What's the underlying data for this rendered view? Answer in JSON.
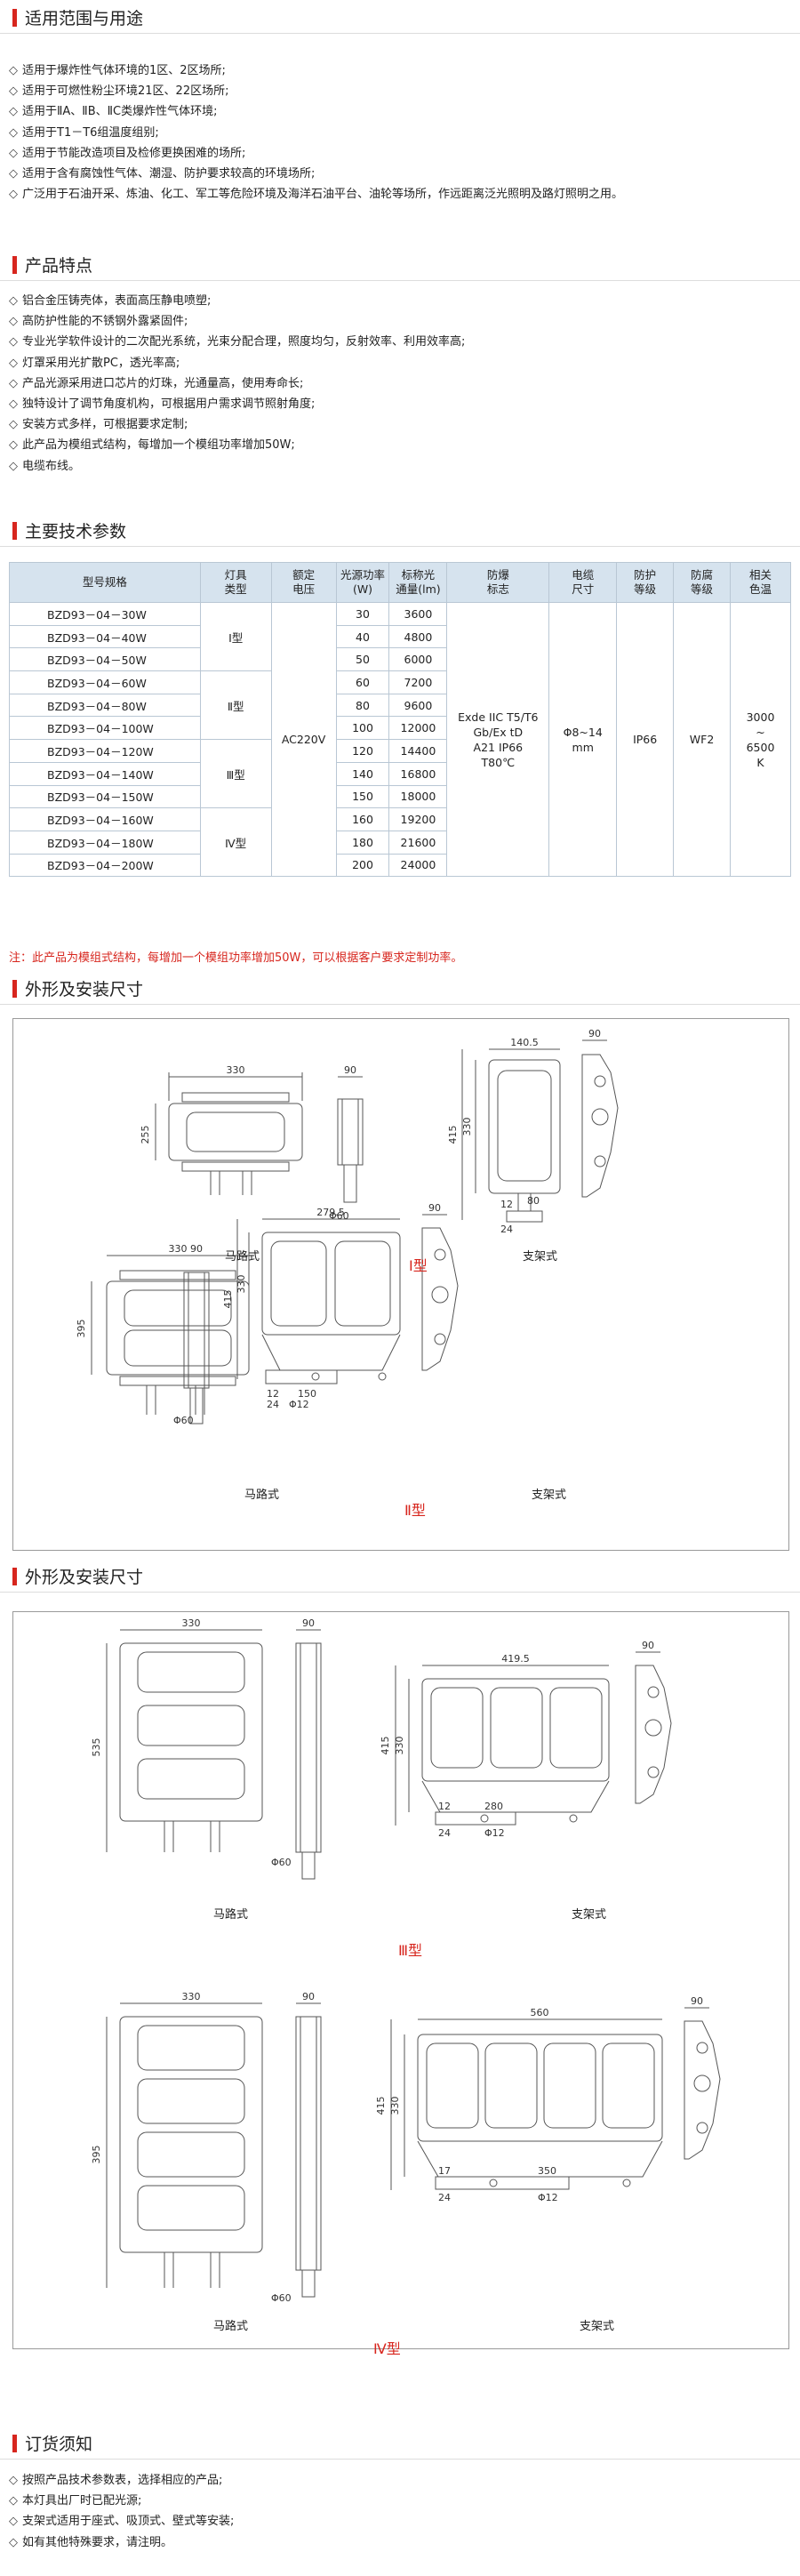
{
  "sections": {
    "scope": {
      "title": "适用范围与用途",
      "items": [
        "适用于爆炸性气体环境的1区、2区场所;",
        "适用于可燃性粉尘环境21区、22区场所;",
        "适用于ⅡA、ⅡB、ⅡC类爆炸性气体环境;",
        "适用于T1－T6组温度组别;",
        "适用于节能改造项目及检修更换困难的场所;",
        "适用于含有腐蚀性气体、潮湿、防护要求较高的环境场所;",
        "广泛用于石油开采、炼油、化工、军工等危险环境及海洋石油平台、油轮等场所，作远距离泛光照明及路灯照明之用。"
      ]
    },
    "features": {
      "title": "产品特点",
      "items": [
        "铝合金压铸壳体，表面高压静电喷塑;",
        "高防护性能的不锈钢外露紧固件;",
        "专业光学软件设计的二次配光系统，光束分配合理，照度均匀，反射效率、利用效率高;",
        "灯罩采用光扩散PC，透光率高;",
        "产品光源采用进口芯片的灯珠，光通量高，使用寿命长;",
        "独特设计了调节角度机构，可根据用户需求调节照射角度;",
        "安装方式多样，可根据要求定制;",
        "此产品为模组式结构，每增加一个模组功率增加50W;",
        "电缆布线。"
      ]
    },
    "specs": {
      "title": "主要技术参数",
      "headers": [
        "型号规格",
        "灯具\n类型",
        "额定\n电压",
        "光源功率\n(W)",
        "标称光\n通量(lm)",
        "防爆\n标志",
        "电缆\n尺寸",
        "防护\n等级",
        "防腐\n等级",
        "相关\n色温"
      ],
      "rows": [
        {
          "model": "BZD93－04－30W",
          "power": "30",
          "flux": "3600"
        },
        {
          "model": "BZD93－04－40W",
          "power": "40",
          "flux": "4800"
        },
        {
          "model": "BZD93－04－50W",
          "power": "50",
          "flux": "6000"
        },
        {
          "model": "BZD93－04－60W",
          "power": "60",
          "flux": "7200"
        },
        {
          "model": "BZD93－04－80W",
          "power": "80",
          "flux": "9600"
        },
        {
          "model": "BZD93－04－100W",
          "power": "100",
          "flux": "12000"
        },
        {
          "model": "BZD93－04－120W",
          "power": "120",
          "flux": "14400"
        },
        {
          "model": "BZD93－04－140W",
          "power": "140",
          "flux": "16800"
        },
        {
          "model": "BZD93－04－150W",
          "power": "150",
          "flux": "18000"
        },
        {
          "model": "BZD93－04－160W",
          "power": "160",
          "flux": "19200"
        },
        {
          "model": "BZD93－04－180W",
          "power": "180",
          "flux": "21600"
        },
        {
          "model": "BZD93－04－200W",
          "power": "200",
          "flux": "24000"
        }
      ],
      "types": [
        "Ⅰ型",
        "Ⅱ型",
        "Ⅲ型",
        "Ⅳ型"
      ],
      "voltage": "AC220V",
      "ex_mark": [
        "Exde IIC T5/T6",
        "Gb/Ex tD",
        "A21 IP66",
        "T80℃"
      ],
      "cable": [
        "Φ8~14",
        "mm"
      ],
      "ip": "IP66",
      "anticorrosion": "WF2",
      "cct": [
        "3000",
        "~",
        "6500",
        "K"
      ],
      "note": "注：此产品为模组式结构，每增加一个模组功率增加50W，可以根据客户要求定制功率。"
    },
    "dims1": {
      "title": "外形及安装尺寸",
      "road_label": "马路式",
      "bracket_label": "支架式",
      "type1": "Ⅰ型",
      "type2": "Ⅱ型",
      "d": {
        "w330": "330",
        "w90": "90",
        "h255": "255",
        "phi60": "Φ60",
        "w140": "140.5",
        "h415": "415",
        "h330": "330",
        "d12": "12",
        "d80": "80",
        "d24": "24",
        "h395": "395",
        "w279": "279.5",
        "d150": "150",
        "phi12": "Φ12"
      }
    },
    "dims2": {
      "title": "外形及安装尺寸",
      "road_label": "马路式",
      "bracket_label": "支架式",
      "type3": "Ⅲ型",
      "type4": "Ⅳ型",
      "d": {
        "w330": "330",
        "w90": "90",
        "h535": "535",
        "phi60": "Φ60",
        "w419": "419.5",
        "h415": "415",
        "h330": "330",
        "d12": "12",
        "d280": "280",
        "d24": "24",
        "phi12": "Φ12",
        "h395": "395",
        "w560": "560",
        "d17": "17",
        "d350": "350"
      }
    },
    "order": {
      "title": "订货须知",
      "items": [
        "按照产品技术参数表，选择相应的产品;",
        "本灯具出厂时已配光源;",
        "支架式适用于座式、吸顶式、壁式等安装;",
        "如有其他特殊要求，请注明。"
      ]
    }
  },
  "colors": {
    "accent": "#d7261e",
    "table_header": "#d6e3ee",
    "rule": "#dddddd"
  }
}
